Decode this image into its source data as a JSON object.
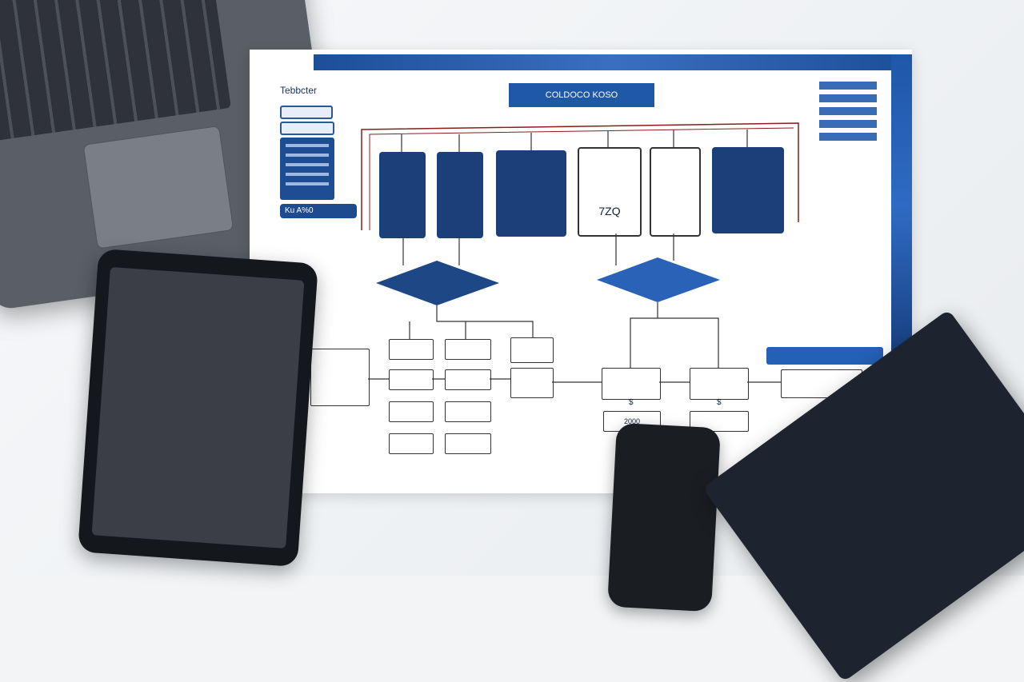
{
  "document": {
    "title": "Tebbcter",
    "header": "COLDOCO KOSO",
    "chip_label": "Ku A%0",
    "card_big_1": "7ZQ",
    "card_big_2": "",
    "value_box_label": "2000",
    "dollar_1": "$",
    "dollar_2": "$"
  },
  "colors": {
    "primary": "#1f58a6",
    "dark_card": "#1b3f78",
    "line": "#8b1c1c"
  },
  "objects": [
    "laptop",
    "tablet",
    "smartphone",
    "notebook",
    "flowchart-paper"
  ]
}
